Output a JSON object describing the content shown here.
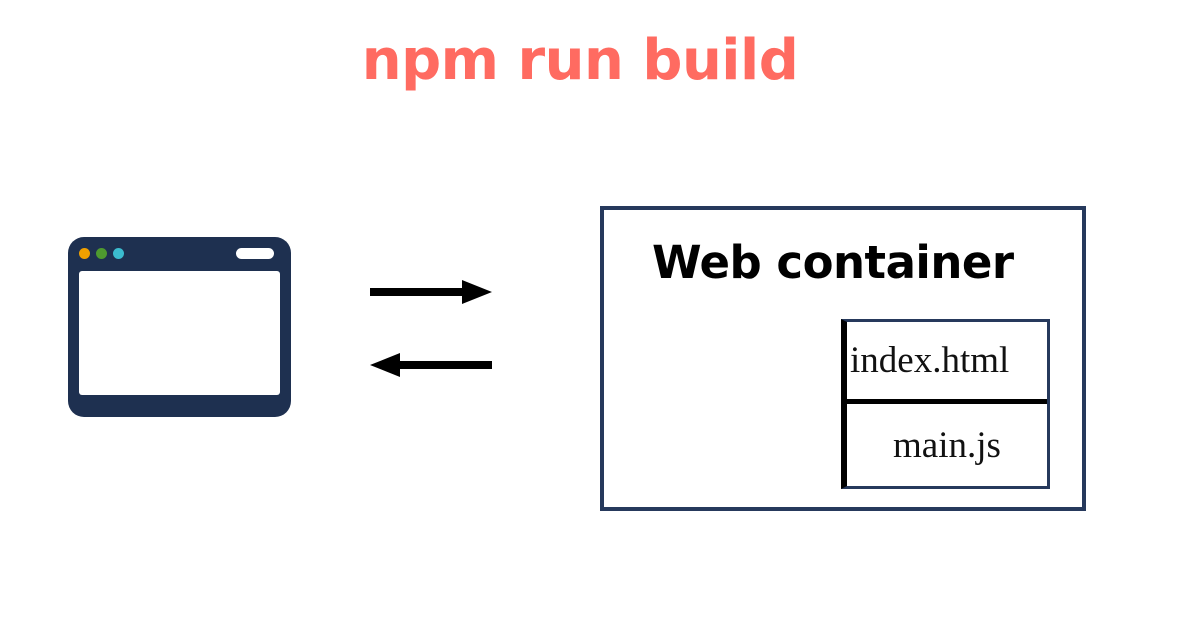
{
  "diagram": {
    "title": "npm run build",
    "title_color": "#ff6b61",
    "background_color": "#ffffff"
  },
  "browser_window": {
    "name": "browser-window",
    "frame_color": "#1e3050",
    "viewport_color": "#ffffff",
    "traffic_lights": [
      {
        "name": "orange-dot",
        "color": "#f0a000"
      },
      {
        "name": "green-dot",
        "color": "#4e9a2f"
      },
      {
        "name": "cyan-dot",
        "color": "#3bbccf"
      }
    ],
    "menu_pill": {
      "name": "menu-pill",
      "color": "#ffffff"
    }
  },
  "arrows": [
    {
      "name": "arrow-to-container",
      "direction": "right",
      "color": "#000000"
    },
    {
      "name": "arrow-from-container",
      "direction": "left",
      "color": "#000000"
    }
  ],
  "container": {
    "title": "Web container",
    "border_color": "#26395c",
    "files": [
      {
        "name": "index.html",
        "align": "left"
      },
      {
        "name": "main.js",
        "align": "center"
      }
    ]
  }
}
